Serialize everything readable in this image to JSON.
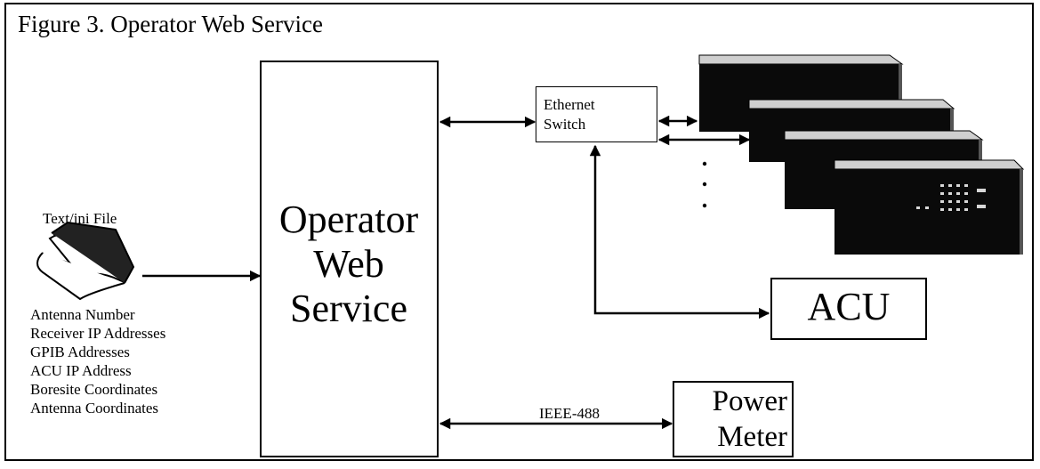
{
  "title": "Figure 3. Operator Web Service",
  "operator_web_service": {
    "line1": "Operator",
    "line2": "Web",
    "line3": "Service"
  },
  "ethernet_switch": {
    "line1": "Ethernet",
    "line2": "Switch"
  },
  "acu": "ACU",
  "power_meter": {
    "line1": "Power",
    "line2": "Meter"
  },
  "file_label": "Text/ini File",
  "bus_label": "IEEE-488",
  "file_contents": [
    "Antenna Number",
    "Receiver IP Addresses",
    "GPIB Addresses",
    "ACU IP Address",
    "Boresite Coordinates",
    "Antenna Coordinates"
  ]
}
